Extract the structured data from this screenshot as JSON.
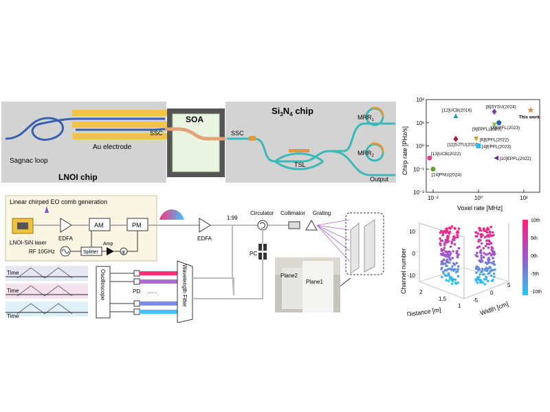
{
  "chip": {
    "lnoi_title": "LNOI chip",
    "soa_label": "SOA",
    "sin_title_main": "Si",
    "sin_title_sub1": "3",
    "sin_title_mid": "N",
    "sin_title_sub2": "4",
    "sin_title_end": " chip",
    "sagnac_label": "Sagnac loop",
    "au_label": "Au electrode",
    "ssc_left": "SSC",
    "ssc_right": "SSC",
    "tsl_label": "TSL",
    "mrr1_label": "MRR",
    "mrr1_sub": "1",
    "mrr2_label": "MRR",
    "mrr2_sub": "2",
    "output_label": "Output"
  },
  "setup": {
    "comb_title": "Linear chirped EO comb generation",
    "laser_label": "LNOI-SiN laser",
    "edfa1": "EDFA",
    "edfa2": "EDFA",
    "am": "AM",
    "pm": "PM",
    "rf_label": "RF 10GHz",
    "splitter": "Splitter",
    "amp": "Amp",
    "phase": "φ",
    "ratio": "1:99",
    "circulator": "Circulator",
    "collimator": "Collimator",
    "grating": "Grating",
    "pc": "PC",
    "oscilloscope": "Oscilloscope",
    "pd": "PD",
    "dots": "......",
    "wavelength_filter": "Wavelength Filter",
    "time_labels": [
      "Time",
      "Time",
      "Time"
    ],
    "plane2": "Plane2",
    "plane1": "Plane1"
  },
  "chart_data": [
    {
      "type": "scatter",
      "xlabel": "Voxel rate [MHz]",
      "ylabel": "Chirp rate [PHz/s]",
      "xscale": "log",
      "yscale": "log",
      "xlim": [
        0.005,
        500
      ],
      "ylim": [
        0.01,
        100
      ],
      "xticks": [
        "10⁻²",
        "10⁰",
        "10²"
      ],
      "yticks": [
        "10⁻²",
        "10⁻¹",
        "10⁰",
        "10¹",
        "10²"
      ],
      "points": [
        {
          "label": "[8]SYSU(2024)",
          "x": 5,
          "y": 30,
          "color": "#7b3fa0",
          "marker": "diamond"
        },
        {
          "label": "[12]UCB(2016)",
          "x": 0.1,
          "y": 20,
          "color": "#1b9e9e",
          "marker": "triangle"
        },
        {
          "label": "This work",
          "x": 200,
          "y": 35,
          "color": "#e08a3c",
          "marker": "star"
        },
        {
          "label": "[9]EPFL(2020)",
          "x": 5,
          "y": 8,
          "color": "#8bc34a",
          "marker": "triangle-down"
        },
        {
          "label": "[3]EPFL(2023)",
          "x": 8,
          "y": 10,
          "color": "#1f5fa8",
          "marker": "circle"
        },
        {
          "label": "[11]SJTU(2024)",
          "x": 0.1,
          "y": 2,
          "color": "#b0163c",
          "marker": "diamond"
        },
        {
          "label": "[6]EPFL(2022)",
          "x": 0.8,
          "y": 2,
          "color": "#d4a017",
          "marker": "triangle-down"
        },
        {
          "label": "[4]EPFL(2023)",
          "x": 1,
          "y": 1,
          "color": "#29b6f6",
          "marker": "square"
        },
        {
          "label": "[13]UCB(2022)",
          "x": 0.007,
          "y": 0.3,
          "color": "#e23b8f",
          "marker": "circle"
        },
        {
          "label": "[10]EPFL(2022)",
          "x": 6,
          "y": 0.3,
          "color": "#6a2c91",
          "marker": "triangle-left"
        },
        {
          "label": "[14]PNU(2024)",
          "x": 0.01,
          "y": 0.1,
          "color": "#5aa02c",
          "marker": "circle"
        }
      ]
    },
    {
      "type": "scatter",
      "subtype": "3d",
      "xlabel": "Distance [m]",
      "ylabel": "Width [cm]",
      "zlabel": "Channel number",
      "xticks": [
        "2",
        "1.5",
        "1"
      ],
      "yticks": [
        "-5",
        "0",
        "5"
      ],
      "zticks": [
        "10",
        "0",
        "-10"
      ],
      "colorbar_ticks": [
        "10th",
        "5th",
        "0th",
        "-5th",
        "-10th"
      ],
      "colormap": [
        "#ff1f7a",
        "#9b59d0",
        "#29c6f0"
      ]
    }
  ]
}
